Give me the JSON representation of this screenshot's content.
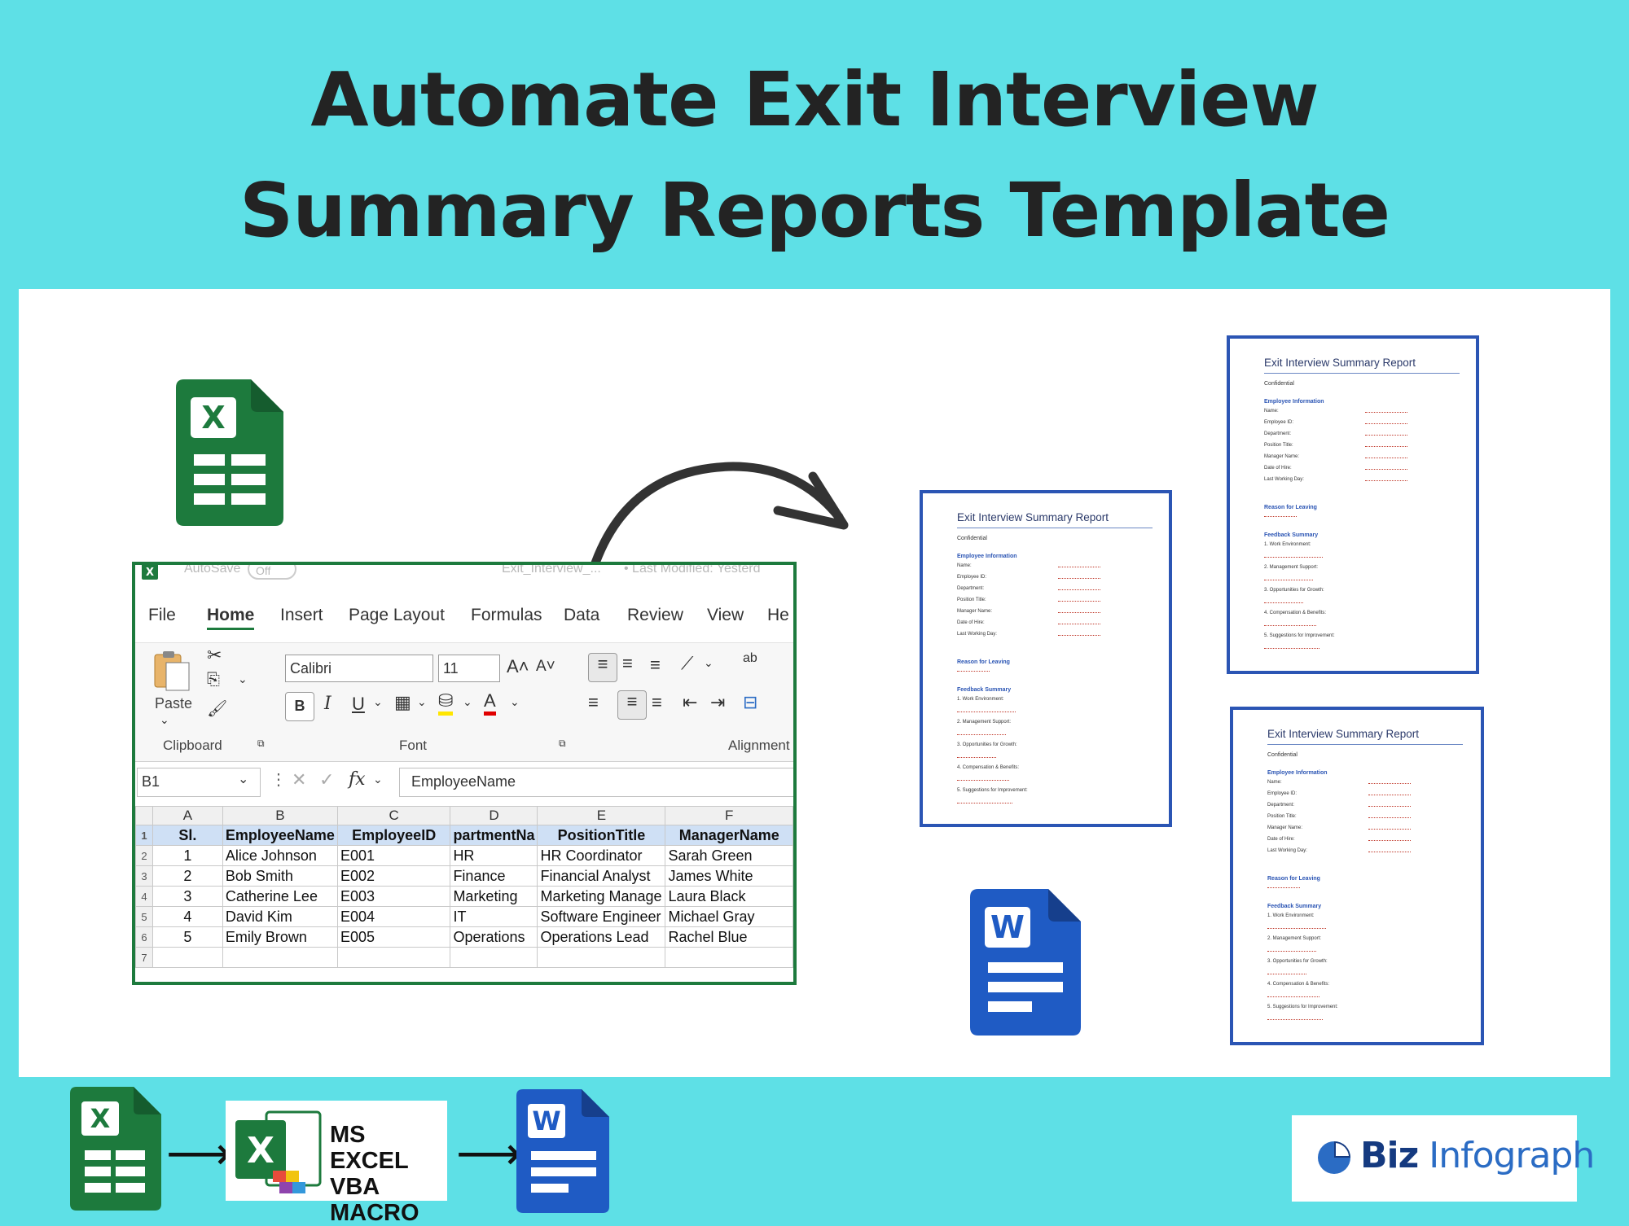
{
  "title": {
    "line1": "Automate Exit Interview",
    "line2": "Summary Reports Template"
  },
  "excel": {
    "qat": {
      "autosave": "AutoSave",
      "toggle": "Off",
      "filename": "Exit_Interview_...",
      "modified": "• Last Modified: Yesterd"
    },
    "tabs": [
      "File",
      "Home",
      "Insert",
      "Page Layout",
      "Formulas",
      "Data",
      "Review",
      "View",
      "He"
    ],
    "ribbon": {
      "paste_label": "Paste",
      "clipboard_label": "Clipboard",
      "font_label": "Font",
      "alignment_label": "Alignment",
      "font_name": "Calibri",
      "font_size": "11",
      "bold": "B",
      "italic": "I",
      "underline": "U"
    },
    "name_box": "B1",
    "fx": "fx",
    "formula": "EmployeeName",
    "columns": [
      "A",
      "B",
      "C",
      "D",
      "E",
      "F"
    ],
    "header_row": [
      "Sl.",
      "EmployeeName",
      "EmployeeID",
      "partmentNa",
      "PositionTitle",
      "ManagerName"
    ],
    "rows": [
      [
        "1",
        "Alice Johnson",
        "E001",
        "HR",
        "HR Coordinator",
        "Sarah Green"
      ],
      [
        "2",
        "Bob Smith",
        "E002",
        "Finance",
        "Financial Analyst",
        "James White"
      ],
      [
        "3",
        "Catherine Lee",
        "E003",
        "Marketing",
        "Marketing Manage",
        "Laura Black"
      ],
      [
        "4",
        "David Kim",
        "E004",
        "IT",
        "Software Engineer",
        "Michael Gray"
      ],
      [
        "5",
        "Emily Brown",
        "E005",
        "Operations",
        "Operations Lead",
        "Rachel Blue"
      ]
    ],
    "row_numbers": [
      "1",
      "2",
      "3",
      "4",
      "5",
      "6",
      "7"
    ]
  },
  "report": {
    "title": "Exit Interview Summary Report",
    "confidential": "Confidential",
    "employee_info": "Employee Information",
    "fields": [
      "Name:",
      "Employee ID:",
      "Department:",
      "Position Title:",
      "Manager Name:",
      "Date of Hire:",
      "Last Working Day:"
    ],
    "reason": "Reason for Leaving",
    "feedback": "Feedback Summary",
    "feedback_items": [
      "1.   Work Environment:",
      "2.   Management Support:",
      "3.   Opportunities for Growth:",
      "4.   Compensation & Benefits:",
      "5.   Suggestions for Improvement:"
    ]
  },
  "icons": {
    "excel_letter": "X",
    "word_letter": "W"
  },
  "flow": {
    "vba_line1": "MS EXCEL",
    "vba_line2": "VBA MACRO",
    "arrow": "⟶"
  },
  "brand": {
    "name_part1": "Biz",
    "name_part2": "Infograph"
  },
  "colors": {
    "background": "#5ee0e6",
    "excel_green": "#1d7a3d",
    "word_blue": "#1f5bc4",
    "doc_border": "#2b55b4"
  }
}
